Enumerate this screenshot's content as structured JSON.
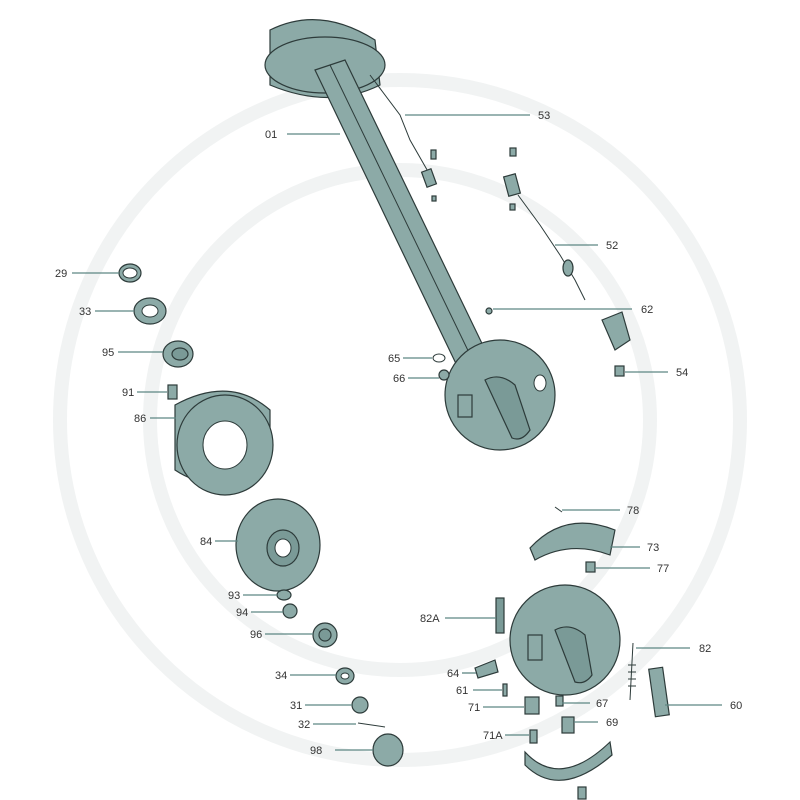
{
  "title": "Axle exploded parts diagram",
  "colors": {
    "part": "#8caaa7",
    "outline": "#2d3b3a",
    "leader": "#5e8683",
    "label": "#333333"
  },
  "labels": {
    "p53": "53",
    "p01": "01",
    "p52": "52",
    "p29": "29",
    "p33": "33",
    "p95": "95",
    "p91": "91",
    "p86": "86",
    "p62": "62",
    "p65": "65",
    "p66": "66",
    "p54": "54",
    "p84": "84",
    "p78": "78",
    "p73": "73",
    "p77": "77",
    "p93": "93",
    "p94": "94",
    "p96": "96",
    "p82A": "82A",
    "p82": "82",
    "p34": "34",
    "p64": "64",
    "p61": "61",
    "p67": "67",
    "p60": "60",
    "p31": "31",
    "p71": "71",
    "p69": "69",
    "p32": "32",
    "p71A": "71A",
    "p98": "98"
  }
}
